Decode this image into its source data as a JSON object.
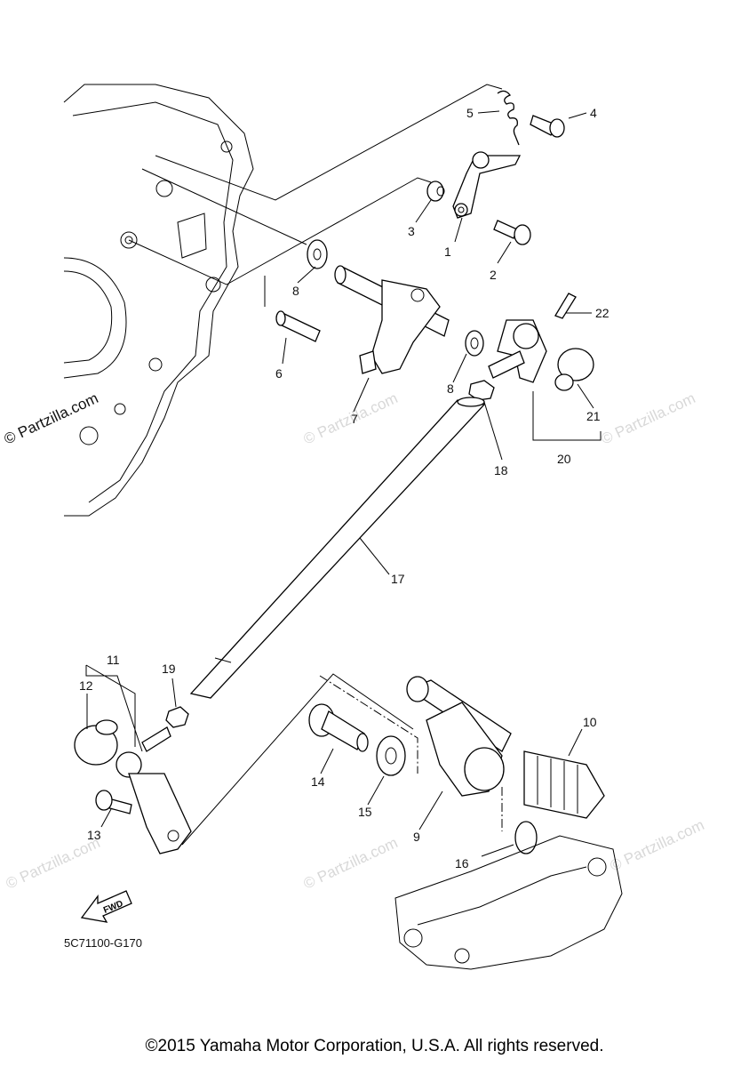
{
  "callouts": [
    "1",
    "2",
    "3",
    "4",
    "5",
    "6",
    "7",
    "8",
    "8",
    "9",
    "10",
    "11",
    "12",
    "13",
    "14",
    "15",
    "16",
    "17",
    "18",
    "19",
    "20",
    "21",
    "22"
  ],
  "diagram_code": "5C71100-G170",
  "fwd_label": "FWD",
  "watermark_main": "© Partzilla.com",
  "watermark_repeat": "© Partzilla.com",
  "copyright": "©2015 Yamaha Motor Corporation, U.S.A. All rights reserved."
}
